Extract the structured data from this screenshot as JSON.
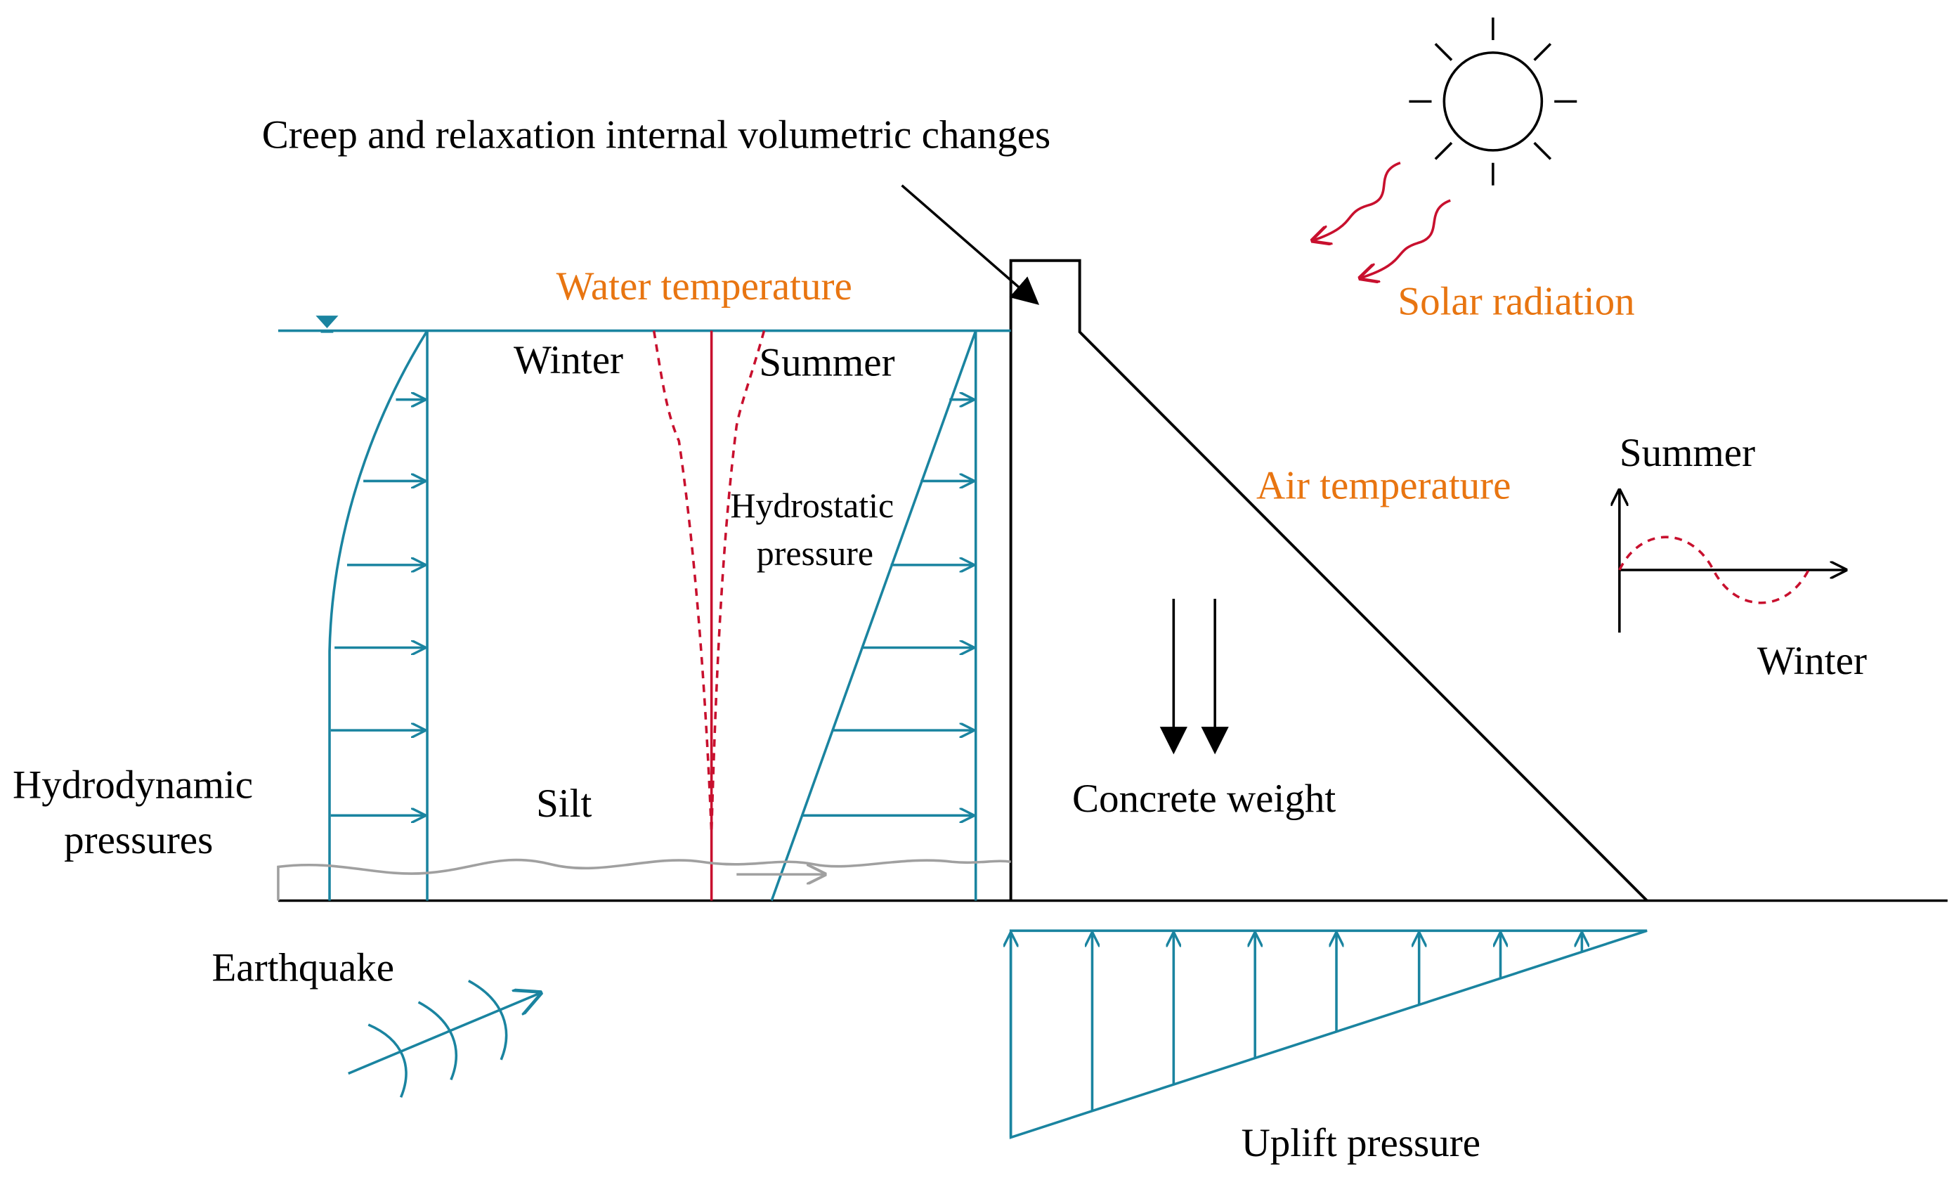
{
  "labels": {
    "creep": "Creep and relaxation internal volumetric changes",
    "water_temperature": "Water temperature",
    "winter_left": "Winter",
    "summer_left": "Summer",
    "hydrostatic_line1": "Hydrostatic",
    "hydrostatic_line2": "pressure",
    "solar_radiation": "Solar radiation",
    "air_temperature": "Air temperature",
    "summer_right": "Summer",
    "winter_right": "Winter",
    "hydrodynamic_line1": "Hydrodynamic",
    "hydrodynamic_line2": "pressures",
    "silt": "Silt",
    "concrete_weight": "Concrete weight",
    "earthquake": "Earthquake",
    "uplift_pressure": "Uplift pressure"
  },
  "colors": {
    "teal": "#1a84a0",
    "red": "#c8102e",
    "orange": "#e87511",
    "black": "#000000",
    "gray": "#a0a0a0"
  },
  "icons": {
    "water_level": "water-level-triangle-icon",
    "sun": "sun-icon"
  }
}
